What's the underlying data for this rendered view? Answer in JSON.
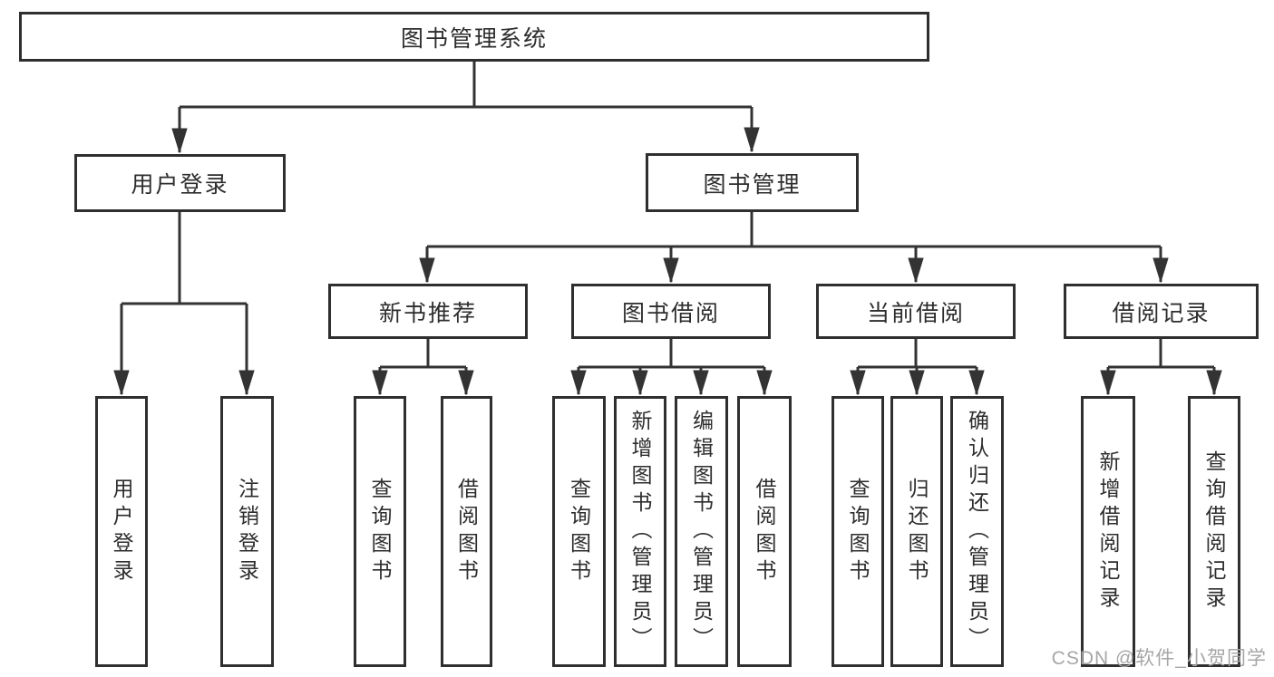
{
  "diagram": {
    "title": "图书管理系统",
    "watermark": "CSDN @软件_小贺同学"
  },
  "colors": {
    "line": "#333333",
    "border": "#2f2f2f",
    "text": "#2d2d2d",
    "watermark": "#a6a6a6",
    "background": "#ffffff"
  },
  "nodes": {
    "root": {
      "label": "图书管理系统"
    },
    "user_login": {
      "label": "用户登录"
    },
    "book_mgmt": {
      "label": "图书管理"
    },
    "new_book_rec": {
      "label": "新书推荐"
    },
    "book_borrow": {
      "label": "图书借阅"
    },
    "current_borrow": {
      "label": "当前借阅"
    },
    "borrow_records": {
      "label": "借阅记录"
    },
    "leaf_user_login": {
      "label": "用户登录"
    },
    "leaf_logout": {
      "label": "注销登录"
    },
    "leaf_nbr_query_book": {
      "label": "查询图书"
    },
    "leaf_nbr_borrow_book": {
      "label": "借阅图书"
    },
    "leaf_bb_query_book": {
      "label": "查询图书"
    },
    "leaf_bb_add_book": {
      "label": "新增图书（管理员）"
    },
    "leaf_bb_edit_book": {
      "label": "编辑图书（管理员）"
    },
    "leaf_bb_borrow_book": {
      "label": "借阅图书"
    },
    "leaf_cb_query_book": {
      "label": "查询图书"
    },
    "leaf_cb_return_book": {
      "label": "归还图书"
    },
    "leaf_cb_confirm_return": {
      "label": "确认归还（管理员）"
    },
    "leaf_br_add_record": {
      "label": "新增借阅记录"
    },
    "leaf_br_query_record": {
      "label": "查询借阅记录"
    }
  }
}
